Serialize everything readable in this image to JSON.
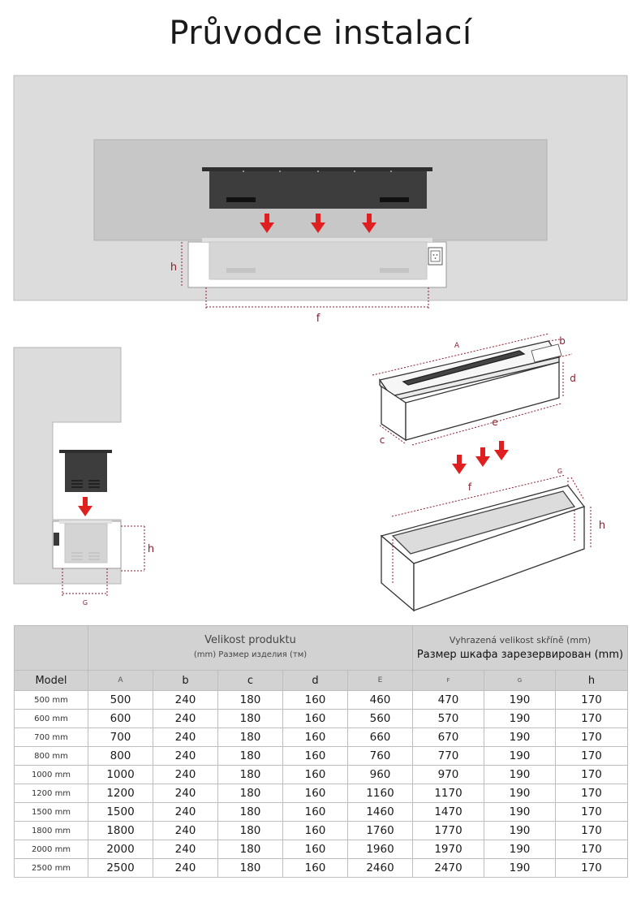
{
  "title": "Průvodce instalací",
  "diagram_labels": {
    "front_h": "h",
    "front_f": "f",
    "side_h": "h",
    "side_g": "G",
    "iso_a": "A",
    "iso_b": "b",
    "iso_c": "c",
    "iso_d": "d",
    "iso_e": "e",
    "iso_f": "f",
    "iso_g": "G",
    "iso_h": "h"
  },
  "table": {
    "group_product_line1": "Velikost produktu",
    "group_product_line2": "(mm) Размер изделия (тм)",
    "group_cabinet_line1": "Vyhrazená velikost skříně (mm)",
    "group_cabinet_line2": "Размер шкафа зарезервирован (mm)",
    "columns": [
      "Model",
      "A",
      "b",
      "c",
      "d",
      "E",
      "F",
      "G",
      "h"
    ],
    "rows": [
      [
        "500 mm",
        "500",
        "240",
        "180",
        "160",
        "460",
        "470",
        "190",
        "170"
      ],
      [
        "600 mm",
        "600",
        "240",
        "180",
        "160",
        "560",
        "570",
        "190",
        "170"
      ],
      [
        "700 mm",
        "700",
        "240",
        "180",
        "160",
        "660",
        "670",
        "190",
        "170"
      ],
      [
        "800 mm",
        "800",
        "240",
        "180",
        "160",
        "760",
        "770",
        "190",
        "170"
      ],
      [
        "1000 mm",
        "1000",
        "240",
        "180",
        "160",
        "960",
        "970",
        "190",
        "170"
      ],
      [
        "1200 mm",
        "1200",
        "240",
        "180",
        "160",
        "1160",
        "1170",
        "190",
        "170"
      ],
      [
        "1500 mm",
        "1500",
        "240",
        "180",
        "160",
        "1460",
        "1470",
        "190",
        "170"
      ],
      [
        "1800 mm",
        "1800",
        "240",
        "180",
        "160",
        "1760",
        "1770",
        "190",
        "170"
      ],
      [
        "2000 mm",
        "2000",
        "240",
        "180",
        "160",
        "1960",
        "1970",
        "190",
        "170"
      ],
      [
        "2500 mm",
        "2500",
        "240",
        "180",
        "160",
        "2460",
        "2470",
        "190",
        "170"
      ]
    ]
  },
  "colors": {
    "arrow": "#e02020",
    "wall": "#dcdcdc",
    "panel": "#c9c9c9",
    "unit": "#3a3a3a",
    "dimension": "#8b1e2e",
    "header": "#d2d2d2"
  }
}
